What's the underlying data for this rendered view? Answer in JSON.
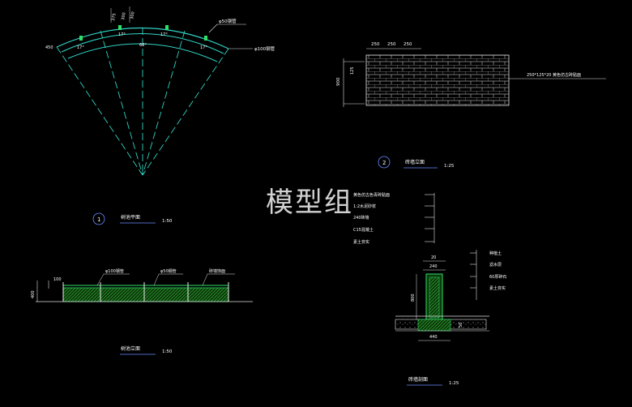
{
  "watermark": "模型组",
  "plan": {
    "label_phi50": "φ50钢管",
    "label_phi100": "φ100钢管",
    "dim_left": "450",
    "dim_a": "375",
    "dim_b": "300",
    "dim_c": "300",
    "angle_1": "17°",
    "angle_2": "17°",
    "angle_3": "17°",
    "angle_4": "17°",
    "angle_center": "68°",
    "title_no": "1",
    "title": "树池平面",
    "scale": "1:50"
  },
  "wall_elevation": {
    "dims_top": [
      "250",
      "250",
      "250"
    ],
    "dim_side_small": "125",
    "dim_side": "900",
    "material": "250*125*20 黄色仿古砖贴面",
    "title_no": "2",
    "title": "砖墙立面",
    "scale": "1:25"
  },
  "section_notes": {
    "left": [
      "黄色仿古色青砖贴面",
      "1:2水泥砂浆",
      "240砖墙",
      "C15混凝土",
      "素土夯实"
    ],
    "right": [
      "种植土",
      "滤水层",
      "60厚碎石",
      "素土夯实"
    ],
    "dim_top": "20",
    "dim_wall": "240",
    "dim_height": "800",
    "dim_base": "440",
    "dim_right": "50",
    "title": "砖墙剖面",
    "scale": "1:25"
  },
  "rail_elevation": {
    "dim_a": "100",
    "dim_b": "400",
    "label_phi100": "φ100钢管",
    "label_phi50": "φ50钢管",
    "label_wall": "砖墙饰面",
    "title": "树池立面",
    "scale": "1:50"
  }
}
